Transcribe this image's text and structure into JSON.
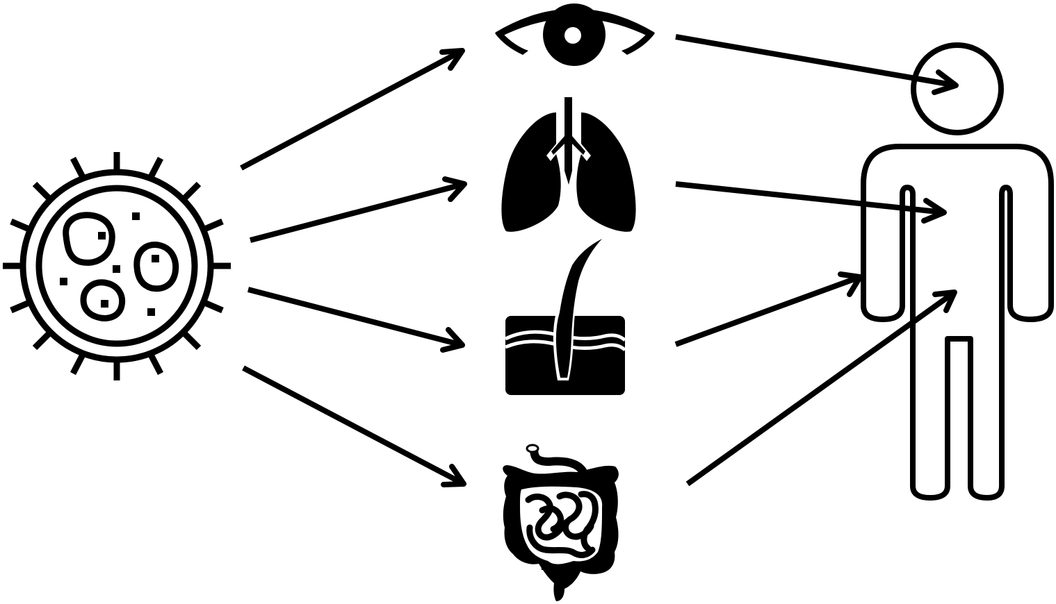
{
  "diagram": {
    "nodes": [
      {
        "id": "pathogen",
        "icon": "virus-icon"
      },
      {
        "id": "eye",
        "icon": "eye-icon"
      },
      {
        "id": "lungs",
        "icon": "lungs-icon"
      },
      {
        "id": "skin",
        "icon": "skin-hair-follicle-icon"
      },
      {
        "id": "intestine",
        "icon": "intestine-icon"
      },
      {
        "id": "human",
        "icon": "human-body-outline-icon"
      }
    ],
    "edges": [
      {
        "from": "pathogen",
        "to": "eye"
      },
      {
        "from": "pathogen",
        "to": "lungs"
      },
      {
        "from": "pathogen",
        "to": "skin"
      },
      {
        "from": "pathogen",
        "to": "intestine"
      },
      {
        "from": "eye",
        "to": "human"
      },
      {
        "from": "lungs",
        "to": "human"
      },
      {
        "from": "skin",
        "to": "human"
      },
      {
        "from": "intestine",
        "to": "human"
      }
    ],
    "colors": {
      "stroke": "#000000",
      "background": "#ffffff"
    }
  }
}
